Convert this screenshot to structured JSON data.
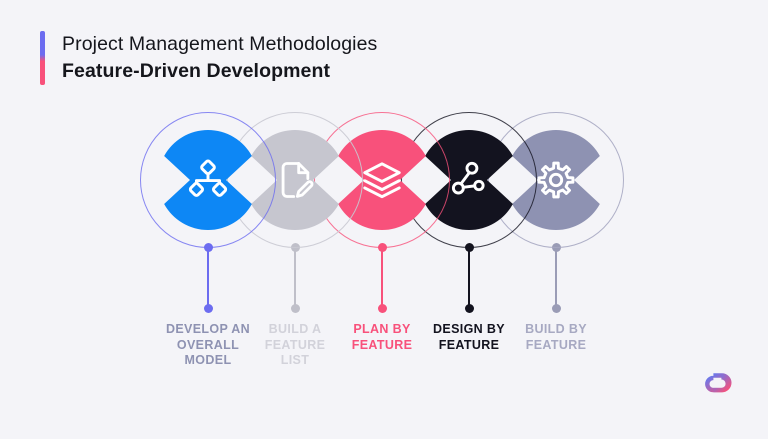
{
  "header": {
    "eyebrow": "Project Management Methodologies",
    "title": "Feature-Driven Development",
    "accent_top_color": "#6C6CF0",
    "accent_bottom_color": "#F8517B"
  },
  "background_color": "#F4F4F8",
  "flow": {
    "steps": [
      {
        "index": 1,
        "label": "DEVELOP AN\nOVERALL\nMODEL",
        "icon": "hierarchy-icon",
        "fill_color": "#0D87F5",
        "ring_color": "#6C6CF0",
        "connector_color": "#6C6CF0",
        "label_color": "#8E92B2"
      },
      {
        "index": 2,
        "label": "BUILD A\nFEATURE\nLIST",
        "icon": "document-edit-icon",
        "fill_color": "#C6C6CF",
        "ring_color": "#C9C9D2",
        "connector_color": "#BFBFC9",
        "label_color": "#D2D2DA"
      },
      {
        "index": 3,
        "label": "PLAN BY\nFEATURE",
        "icon": "layers-icon",
        "fill_color": "#F8517B",
        "ring_color": "#F8517B",
        "connector_color": "#F8517B",
        "label_color": "#F8517B"
      },
      {
        "index": 4,
        "label": "DESIGN BY\nFEATURE",
        "icon": "share-nodes-icon",
        "fill_color": "#13131F",
        "ring_color": "#13131F",
        "connector_color": "#13131F",
        "label_color": "#13131F"
      },
      {
        "index": 5,
        "label": "BUILD BY\nFEATURE",
        "icon": "gear-icon",
        "fill_color": "#8E92B2",
        "ring_color": "#A7A9C2",
        "connector_color": "#9A9CB6",
        "label_color": "#A7A9C2"
      }
    ]
  },
  "logo": {
    "name": "brand-logo",
    "gradient_start": "#5B7CF6",
    "gradient_end": "#F8517B"
  }
}
